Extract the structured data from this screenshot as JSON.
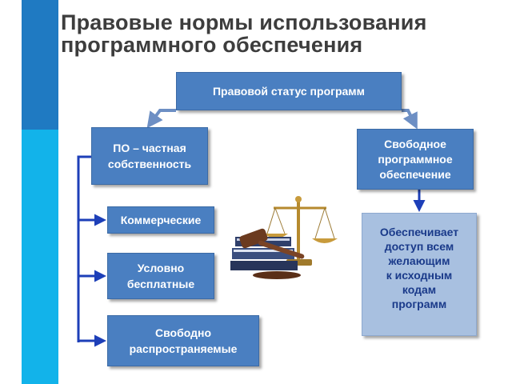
{
  "title": {
    "line1": "Правовые нормы использования",
    "line2": "программного обеспечения"
  },
  "diagram": {
    "status": "Правовой статус программ",
    "private": "ПО – частная\nсобственность",
    "free": "Свободное\nпрограммное\nобеспечение",
    "commercial": "Коммерческие",
    "conditional": "Условно\nбесплатные",
    "freely": "Свободно\nраспространяемые",
    "access": "Обеспечивает\nдоступ всем\nжелающим\nк исходным\nкодам\nпрограмм"
  },
  "colors": {
    "band_dark": "#1f7ac2",
    "band_light": "#12b3ea",
    "box_fill": "#4a7fc1",
    "access_fill": "#a8c0e0",
    "access_text": "#1a3a8a",
    "connector": "#1d3fb8",
    "title_text": "#3d3d3d"
  },
  "image": {
    "icon": "scales-of-justice-with-gavel-icon"
  }
}
